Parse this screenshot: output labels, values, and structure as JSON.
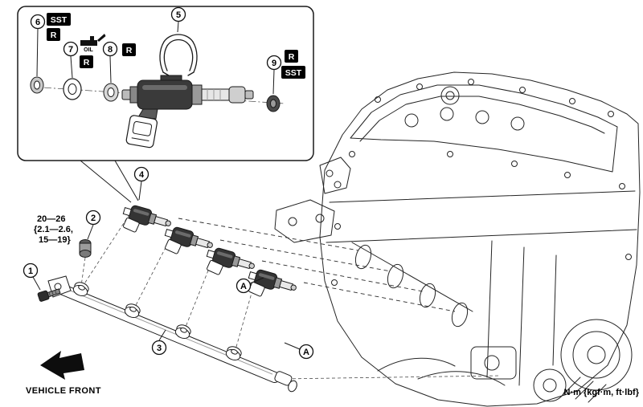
{
  "colors": {
    "line": "#1a1a1a",
    "badge_bg": "#000000",
    "badge_text": "#ffffff",
    "injector_body": "#3a3a3a",
    "background": "#ffffff"
  },
  "inset": {
    "callout_5": "5",
    "callout_6": "6",
    "callout_7": "7",
    "callout_8": "8",
    "callout_9": "9",
    "badge_6a": "SST",
    "badge_6b": "R",
    "badge_7": "R",
    "oil_label": "OIL",
    "badge_8": "R",
    "badge_9a": "R",
    "badge_9b": "SST"
  },
  "main": {
    "callout_1": "1",
    "callout_2": "2",
    "callout_3": "3",
    "callout_4": "4",
    "label_a_upper": "A",
    "label_a_lower": "A",
    "torque_line1": "20—26",
    "torque_line2": "{2.1—2.6,",
    "torque_line3": "15—19}",
    "torque_full": "20—26 {2.1—2.6, 15—19}"
  },
  "footer": {
    "vehicle_front": "VEHICLE FRONT",
    "units_note": "N·m {kgf·m, ft·lbf}"
  }
}
